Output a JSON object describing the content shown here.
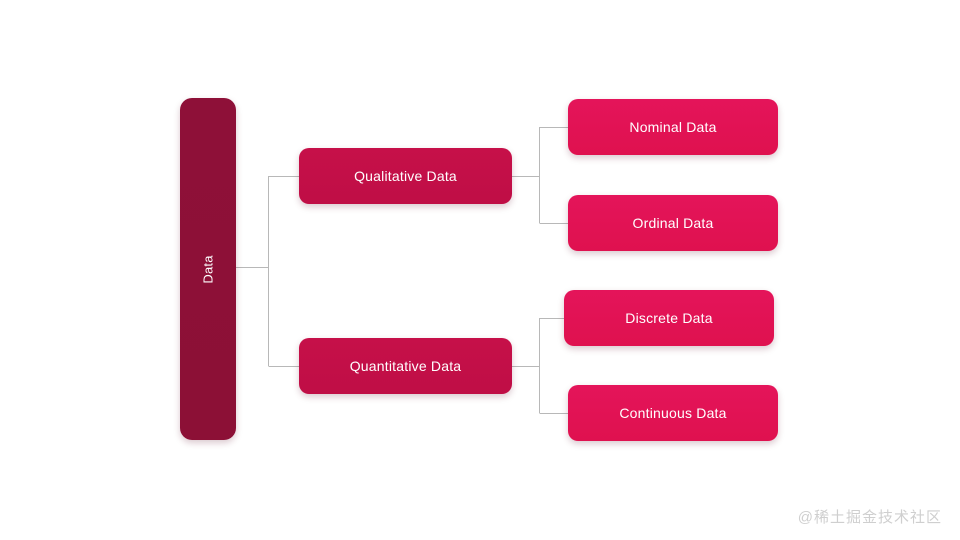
{
  "diagram": {
    "type": "tree",
    "orientation": "left-to-right",
    "background_color": "#ffffff",
    "connector_color": "#b8b8b8",
    "root": {
      "id": "data",
      "label": "Data",
      "color": "#8e1038",
      "text_color": "#ffffff",
      "orientation": "vertical"
    },
    "branches": [
      {
        "id": "qualitative",
        "label": "Qualitative Data",
        "color": "#c30f49",
        "text_color": "#ffffff",
        "children": [
          {
            "id": "nominal",
            "label": "Nominal Data",
            "color": "#e31253",
            "text_color": "#ffffff"
          },
          {
            "id": "ordinal",
            "label": "Ordinal Data",
            "color": "#e31253",
            "text_color": "#ffffff"
          }
        ]
      },
      {
        "id": "quantitative",
        "label": "Quantitative Data",
        "color": "#c30f49",
        "text_color": "#ffffff",
        "children": [
          {
            "id": "discrete",
            "label": "Discrete Data",
            "color": "#e31253",
            "text_color": "#ffffff"
          },
          {
            "id": "continuous",
            "label": "Continuous Data",
            "color": "#e31253",
            "text_color": "#ffffff"
          }
        ]
      }
    ]
  },
  "watermark": {
    "text": "@稀土掘金技术社区",
    "color": "#cfcfcf"
  }
}
